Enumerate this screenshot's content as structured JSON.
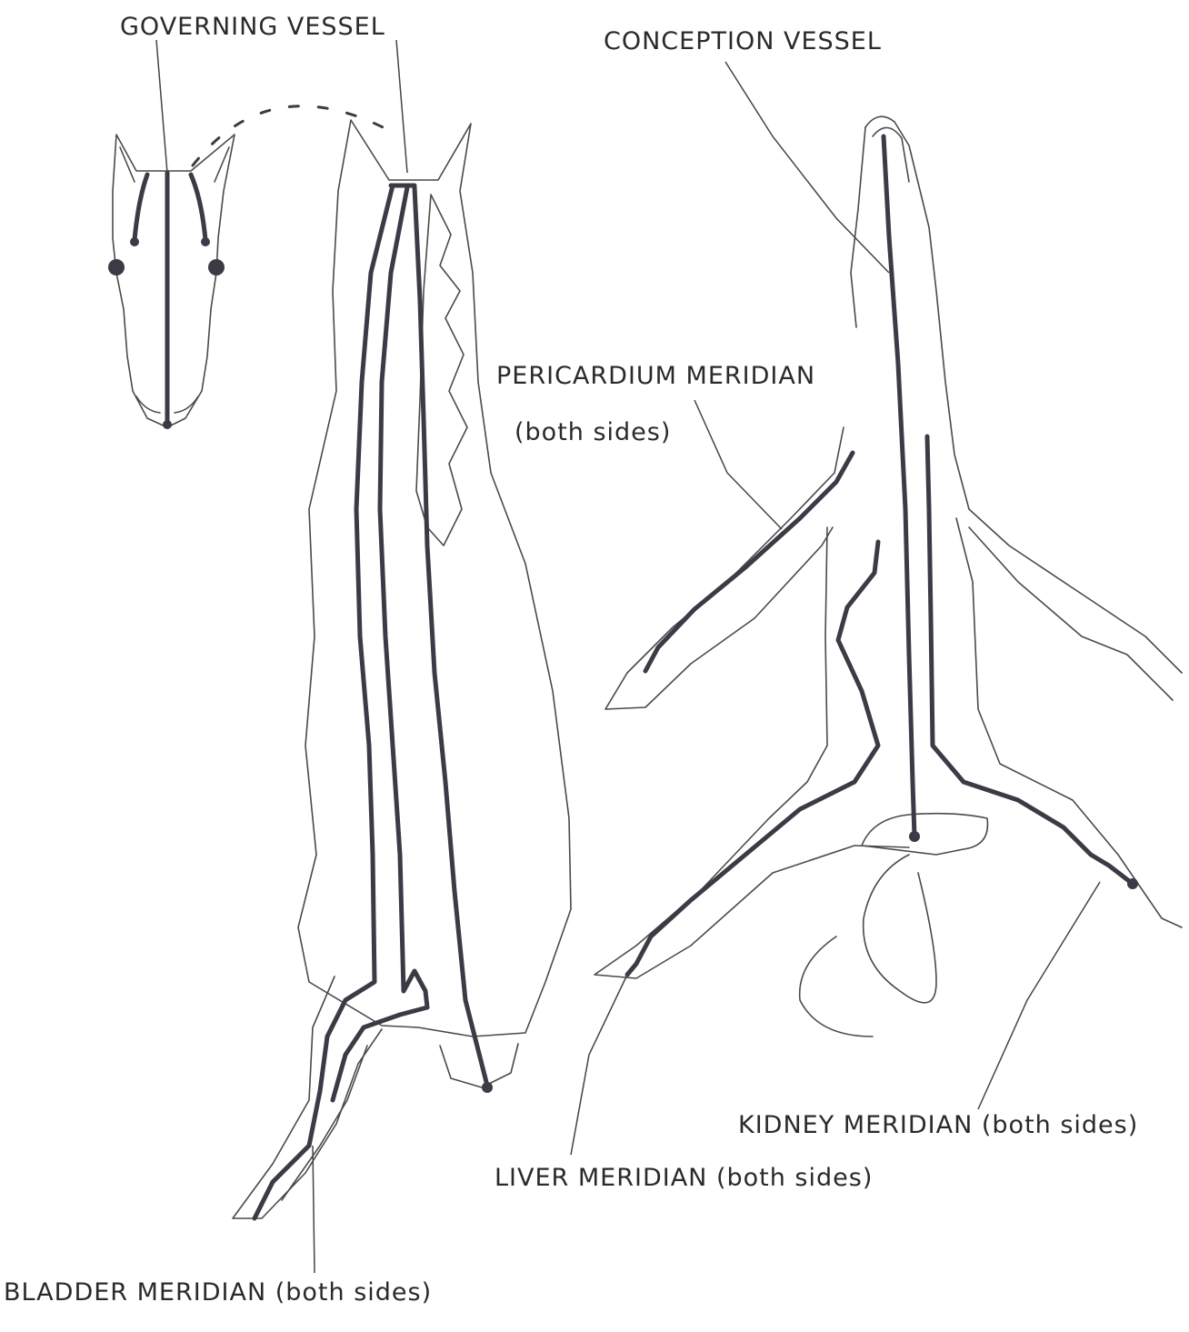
{
  "labels": {
    "governing_vessel": "GOVERNING VESSEL",
    "conception_vessel": "CONCEPTION VESSEL",
    "pericardium_meridian": "PERICARDIUM MERIDIAN",
    "pericardium_sides": "(both sides)",
    "kidney_meridian": "KIDNEY MERIDIAN (both sides)",
    "liver_meridian": "LIVER MERIDIAN (both sides)",
    "bladder_meridian": "BLADDER MERIDIAN (both sides)"
  },
  "colors": {
    "meridian_line": "#3b3b46",
    "outline": "#4a4a4a",
    "text": "#2a2a2a"
  }
}
